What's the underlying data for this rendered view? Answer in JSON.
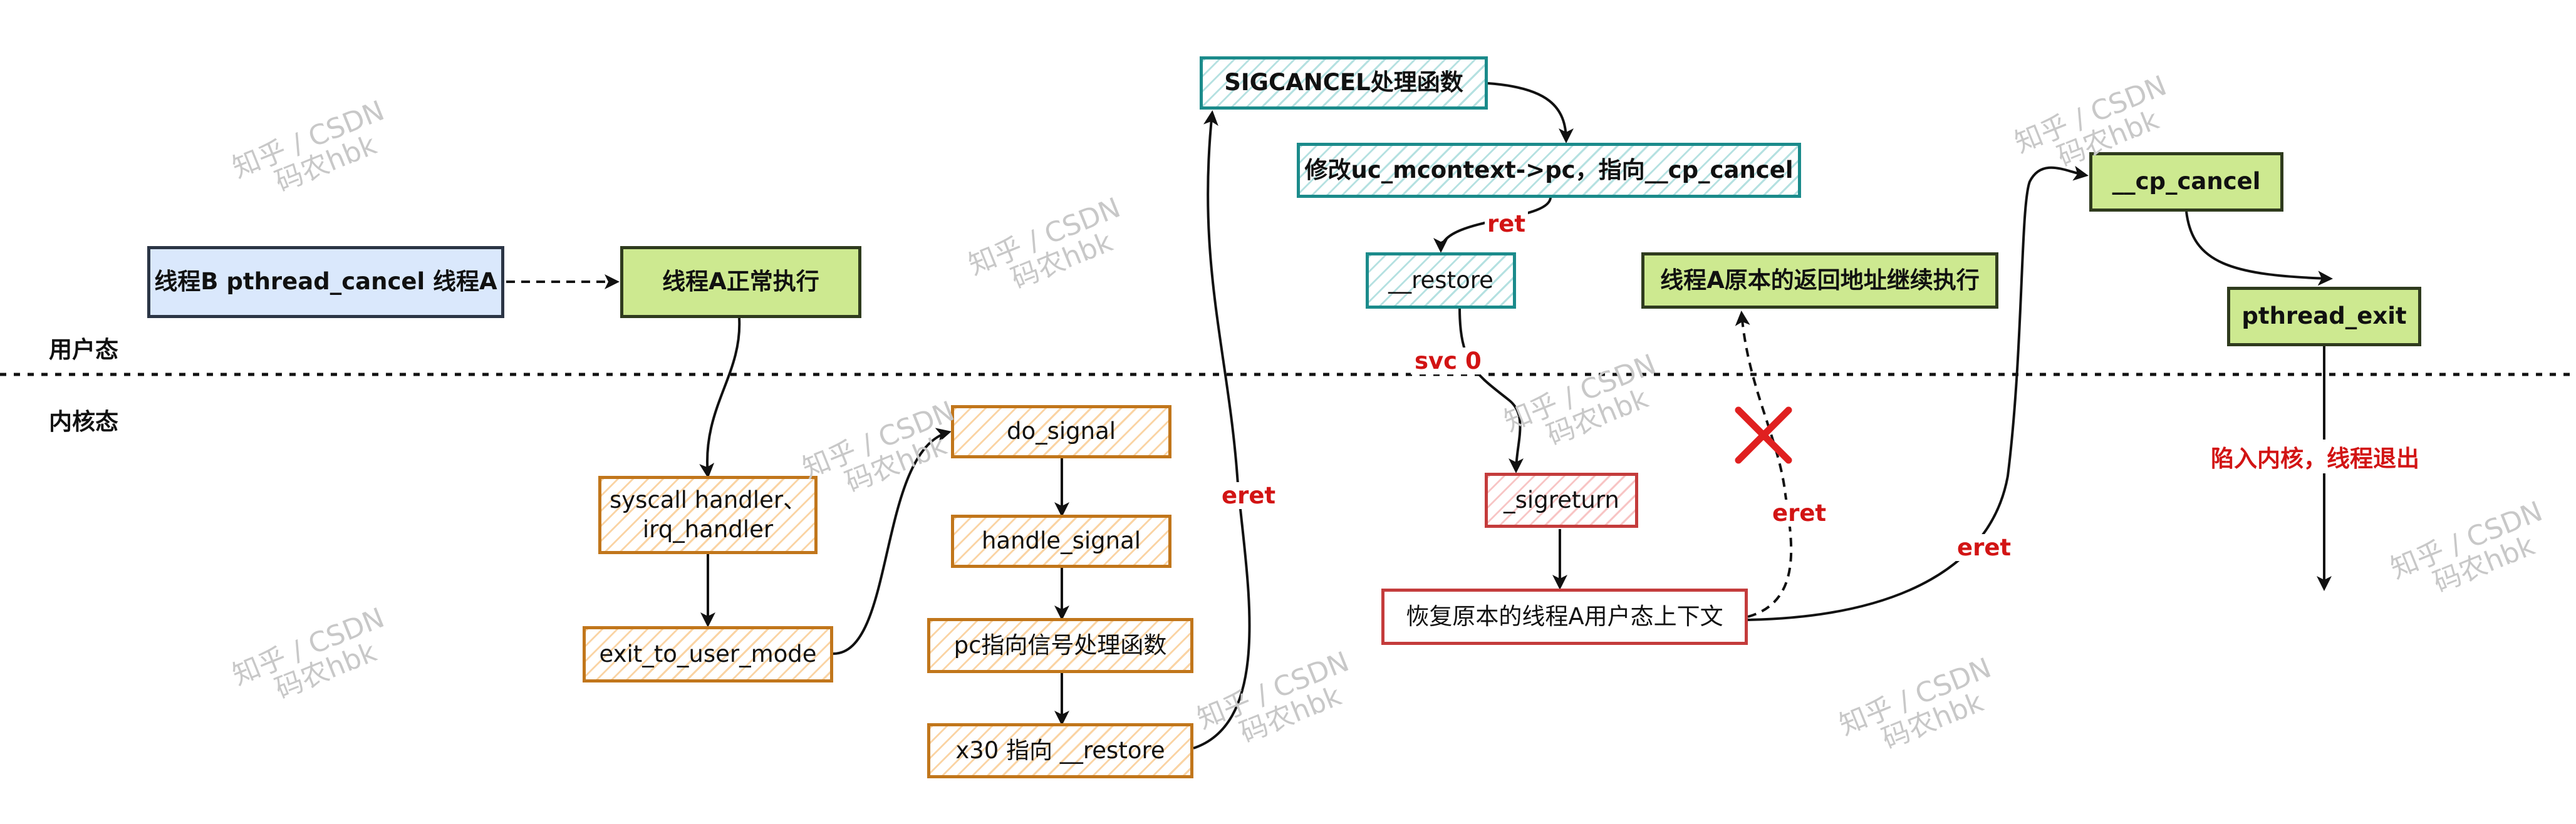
{
  "zones": {
    "user": "用户态",
    "kernel": "内核态"
  },
  "nodes": {
    "thread_b_cancel": "线程B pthread_cancel 线程A",
    "thread_a_running": "线程A正常执行",
    "syscall_handler": "syscall handler、\nirq_handler",
    "exit_to_user_mode": "exit_to_user_mode",
    "do_signal": "do_signal",
    "handle_signal": "handle_signal",
    "pc_to_handler": "pc指向信号处理函数",
    "x30_restore": "x30 指向 __restore",
    "sigcancel_handler": "SIGCANCEL处理函数",
    "modify_pc": "修改uc_mcontext->pc，指向__cp_cancel",
    "restore": "__restore",
    "sigreturn": "_sigreturn",
    "restore_context": "恢复原本的线程A用户态上下文",
    "continue_original": "线程A原本的返回地址继续执行",
    "cp_cancel": "__cp_cancel",
    "pthread_exit": "pthread_exit"
  },
  "edge_labels": {
    "eret_signal": "eret",
    "ret": "ret",
    "svc0": "svc 0",
    "eret_blocked": "eret",
    "eret_cancel": "eret",
    "exit_note": "陷入内核，线程退出"
  },
  "watermark": {
    "line1": "知乎 / CSDN",
    "line2": "码农hbk"
  },
  "colors": {
    "edge": "#111111",
    "red_label": "#d21414",
    "cross": "#e02020"
  }
}
